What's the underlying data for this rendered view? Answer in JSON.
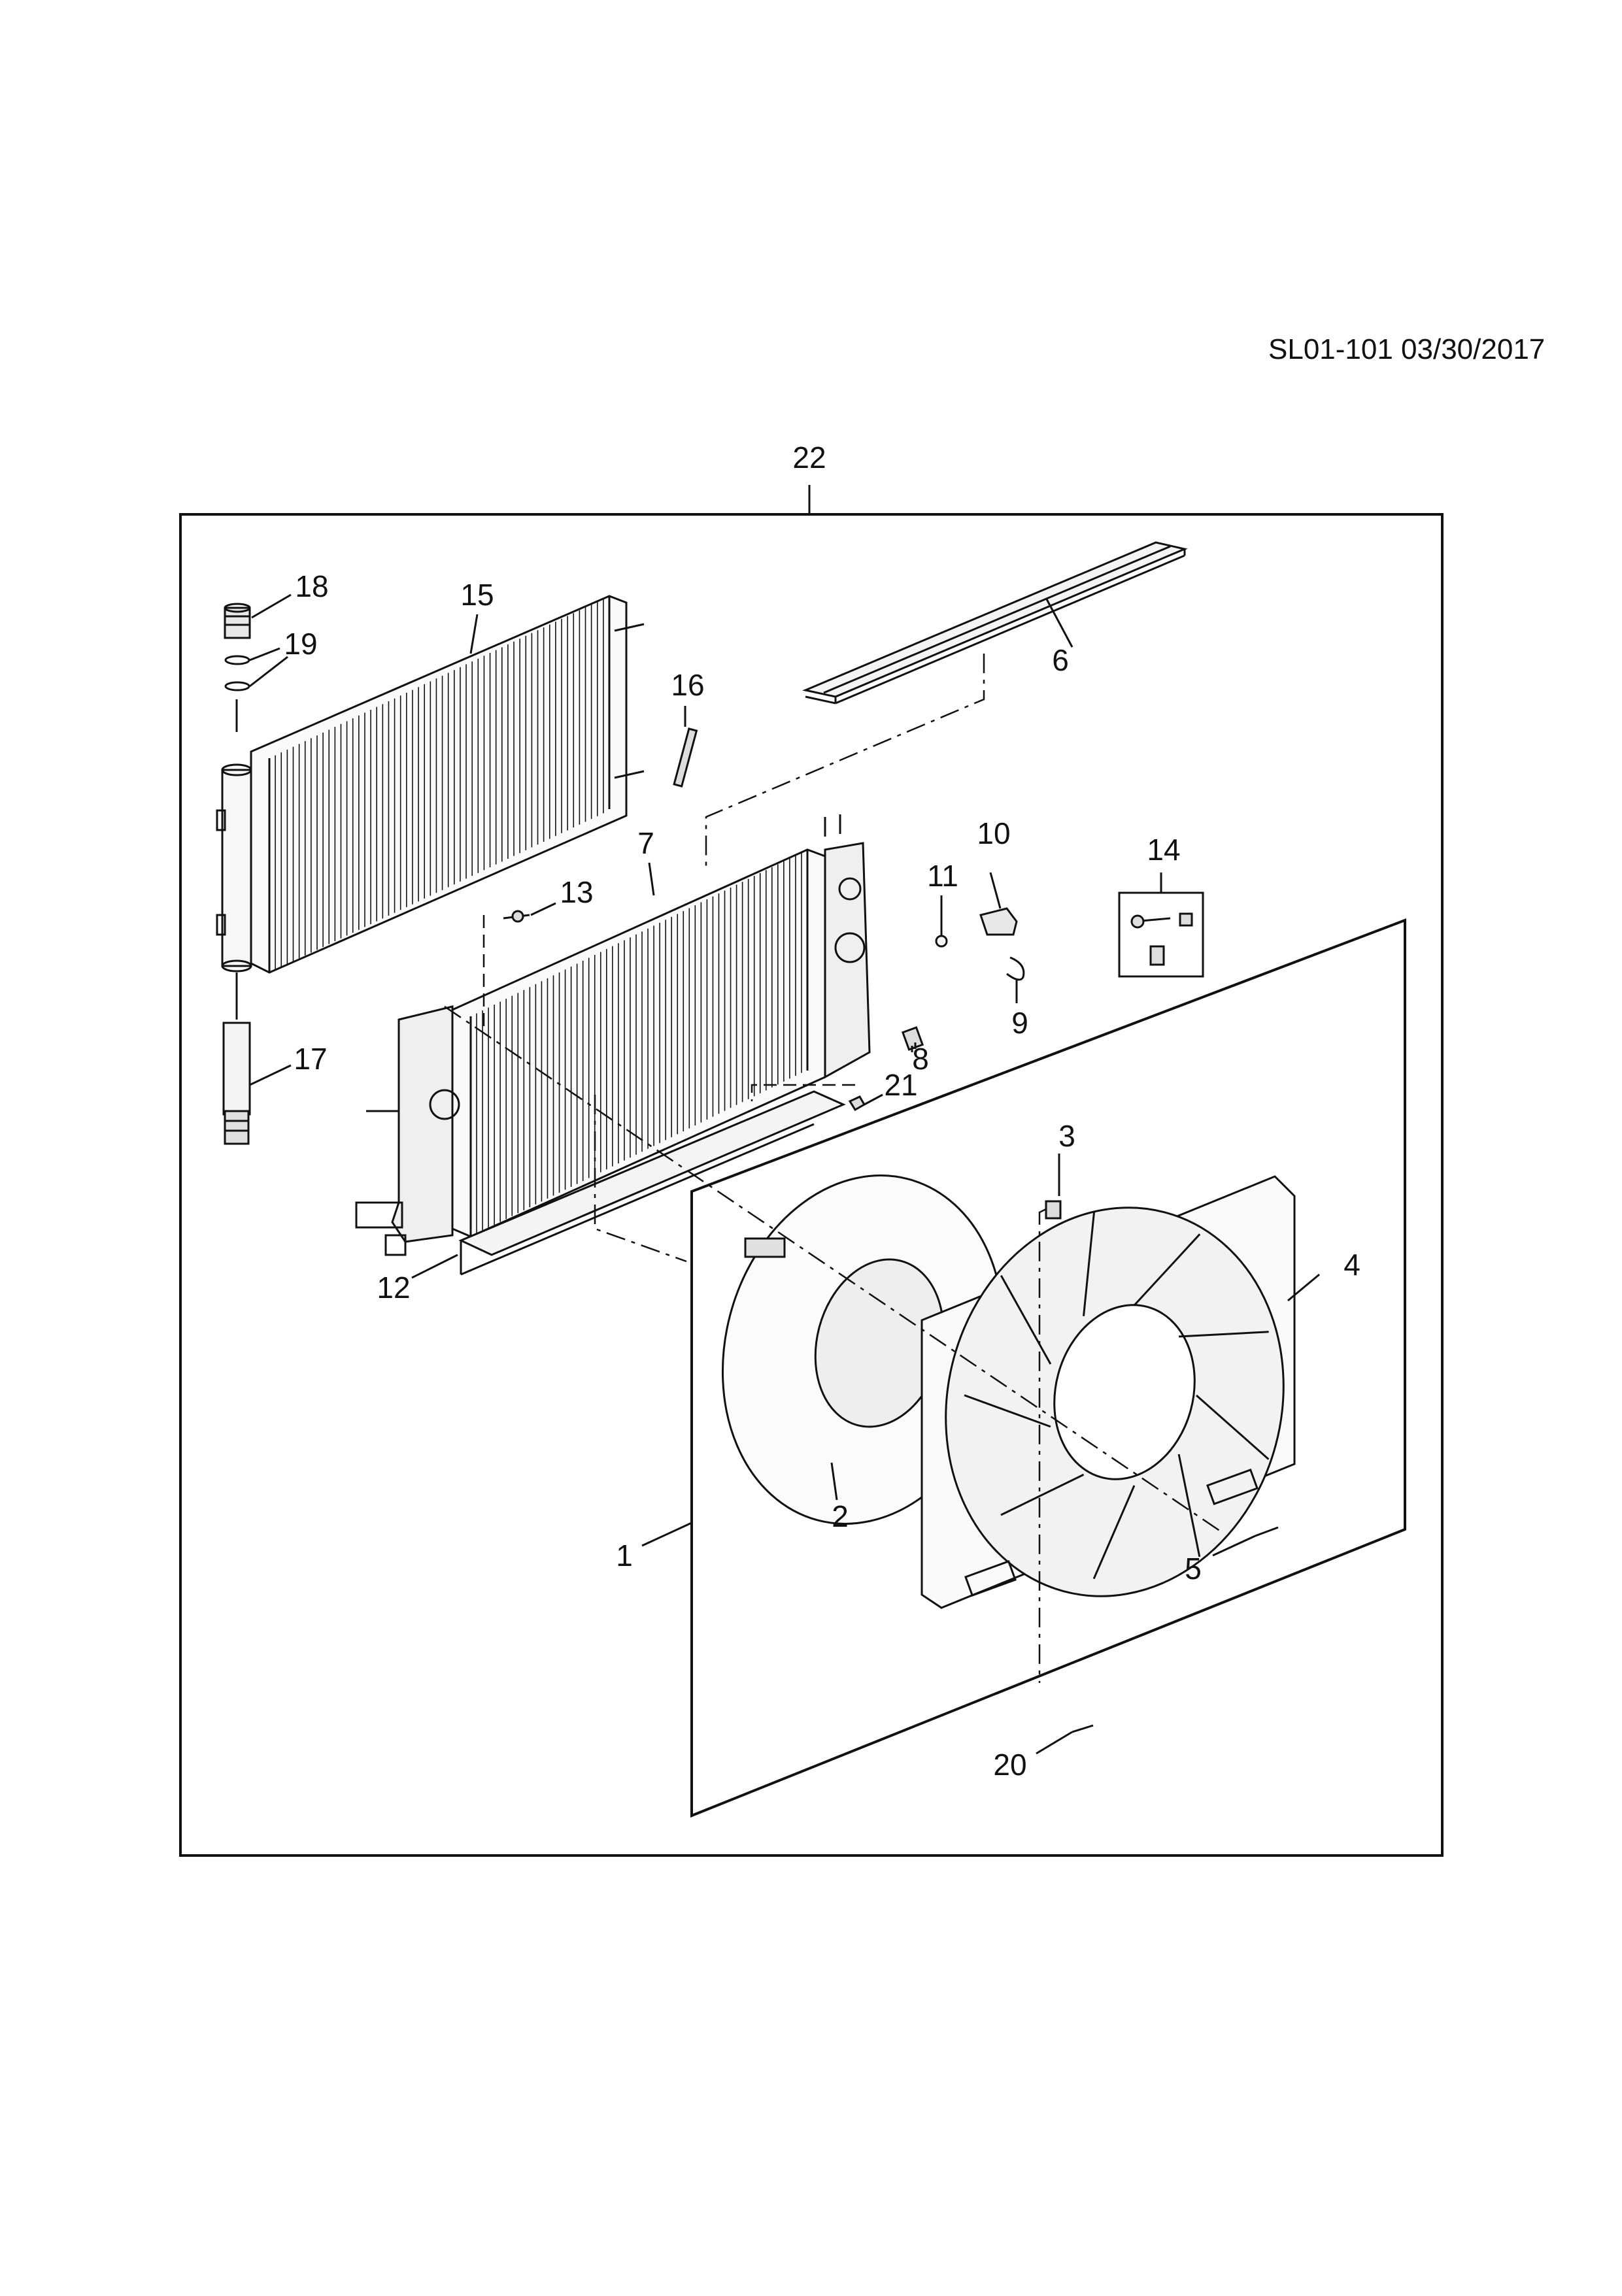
{
  "document": {
    "reference": "SL01-101 03/30/2017"
  },
  "callouts": [
    {
      "id": "c1",
      "label": "1"
    },
    {
      "id": "c2",
      "label": "2"
    },
    {
      "id": "c3",
      "label": "3"
    },
    {
      "id": "c4",
      "label": "4"
    },
    {
      "id": "c5",
      "label": "5"
    },
    {
      "id": "c6",
      "label": "6"
    },
    {
      "id": "c7",
      "label": "7"
    },
    {
      "id": "c8",
      "label": "8"
    },
    {
      "id": "c9",
      "label": "9"
    },
    {
      "id": "c10",
      "label": "10"
    },
    {
      "id": "c11",
      "label": "11"
    },
    {
      "id": "c12",
      "label": "12"
    },
    {
      "id": "c13",
      "label": "13"
    },
    {
      "id": "c14",
      "label": "14"
    },
    {
      "id": "c15",
      "label": "15"
    },
    {
      "id": "c16",
      "label": "16"
    },
    {
      "id": "c17",
      "label": "17"
    },
    {
      "id": "c18",
      "label": "18"
    },
    {
      "id": "c19",
      "label": "19"
    },
    {
      "id": "c20",
      "label": "20"
    },
    {
      "id": "c21",
      "label": "21"
    },
    {
      "id": "c22",
      "label": "22"
    }
  ],
  "colors": {
    "line": "#111111",
    "background": "#ffffff",
    "part_fill": "#f4f4f4"
  }
}
